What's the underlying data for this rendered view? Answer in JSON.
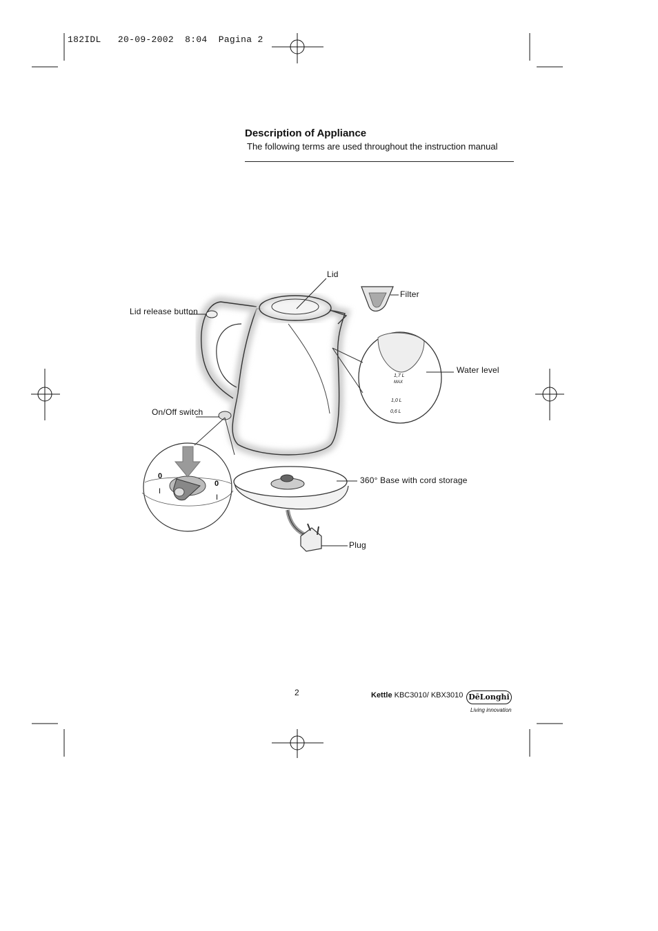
{
  "print_header": "182IDL   20-09-2002  8:04  Pagina 2",
  "section": {
    "title": "Description of Appliance",
    "subtitle": "The following terms are used throughout the instruction manual"
  },
  "callouts": {
    "lid": "Lid",
    "filter": "Filter",
    "lid_release_button": "Lid  release  button",
    "water_level": "Water  level",
    "on_off_switch": "On/Off  switch",
    "base": "360°  Base  with  cord  storage",
    "plug": "Plug"
  },
  "water_marks": {
    "max_volume": "1,7  L",
    "max_label": "MAX",
    "mid_volume": "1,0  L",
    "min_volume": "0,6  L"
  },
  "switch_marks": {
    "off_left": "0",
    "on_left": "I",
    "off_right": "0",
    "on_right": "I"
  },
  "footer": {
    "page_number": "2",
    "product_name": "Kettle",
    "model_numbers": "KBC3010/ KBX3010",
    "brand": "DēLonghi",
    "tagline": "Living innovation"
  }
}
